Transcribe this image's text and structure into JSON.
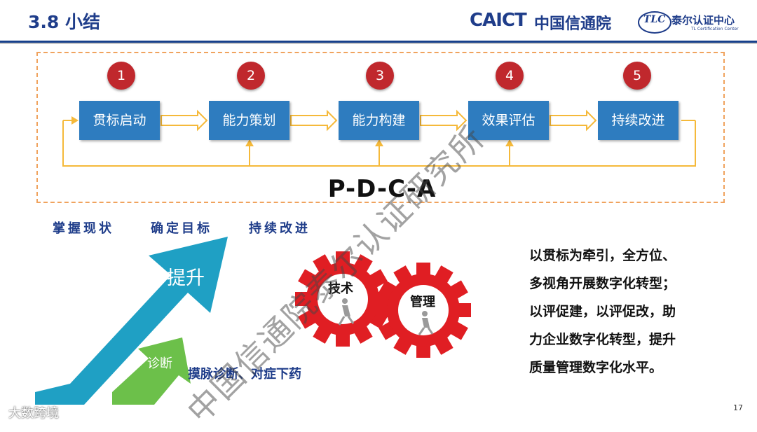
{
  "header": {
    "title": "3.8 小结",
    "logo_caict": "CAICT",
    "logo_caict_cn": "中国信通院",
    "logo_tlc": "TLC",
    "logo_tlc_cn": "泰尔认证中心",
    "logo_tlc_en": "TL Certification Center"
  },
  "cycle": {
    "steps": [
      {
        "num": "1",
        "label": "贯标启动"
      },
      {
        "num": "2",
        "label": "能力策划"
      },
      {
        "num": "3",
        "label": "能力构建"
      },
      {
        "num": "4",
        "label": "效果评估"
      },
      {
        "num": "5",
        "label": "持续改进"
      }
    ],
    "caption": "P-D-C-A"
  },
  "keywords": [
    "掌握现状",
    "确定目标",
    "持续改进"
  ],
  "arrows": {
    "big": "提升",
    "small": "诊断",
    "small_caption": "摸脉诊断、对症下药"
  },
  "gears": {
    "left": "技术",
    "right": "管理"
  },
  "summary": [
    "以贯标为牵引，全方位、",
    "多视角开展数字化转型；",
    "以评促建，以评促改，助",
    "力企业数字化转型，提升",
    "质量管理数字化水平。"
  ],
  "page_number": "17",
  "corner_logo": "大数跨境",
  "watermark": "中国信通院泰尔认证研究所",
  "colors": {
    "step_box": "#2e7cbf",
    "badge": "#c0282d",
    "connector": "#f5b93a",
    "frame": "#f0a35e",
    "arrow_big": "#1fa0c4",
    "arrow_small": "#6cc04a",
    "gear": "#e01e23",
    "title": "#1f3d8a"
  }
}
